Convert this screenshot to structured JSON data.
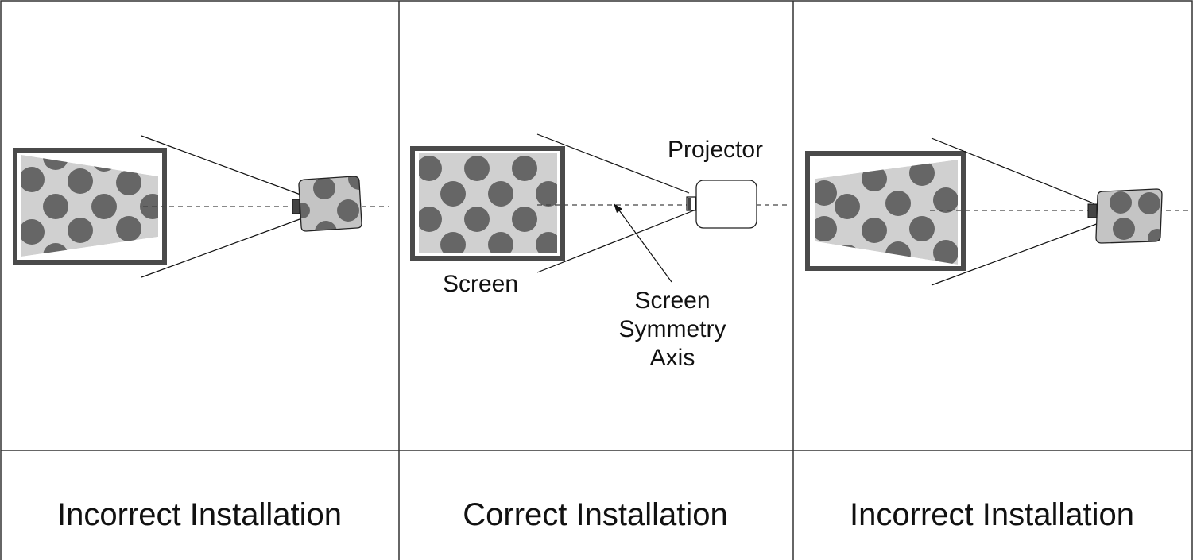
{
  "labels": {
    "projector": "Projector",
    "screen": "Screen",
    "symmetry_axis_line1": "Screen",
    "symmetry_axis_line2": "Symmetry",
    "symmetry_axis_line3": "Axis"
  },
  "captions": {
    "left": "Incorrect Installation",
    "middle": "Correct Installation",
    "right": "Incorrect Installation"
  },
  "colors": {
    "border": "#333333",
    "screen_frame": "#4a4a4a",
    "image_fill": "#d0d0d0",
    "dot": "#666666",
    "projector_fill": "#c4c4c4"
  }
}
